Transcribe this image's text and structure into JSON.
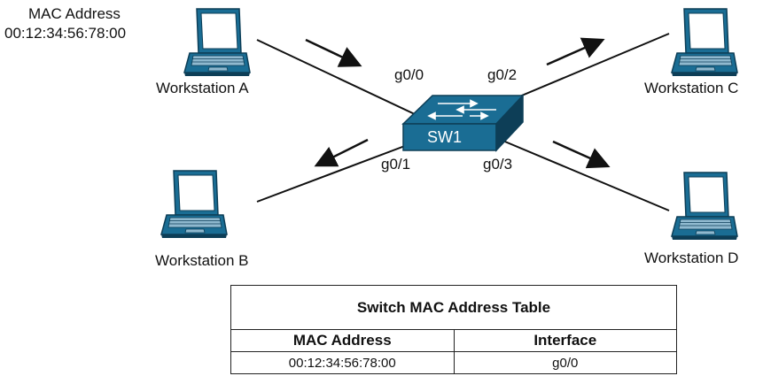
{
  "source_mac": {
    "label": "MAC Address",
    "value": "00:12:34:56:78:00"
  },
  "workstations": {
    "a": "Workstation A",
    "b": "Workstation B",
    "c": "Workstation C",
    "d": "Workstation D"
  },
  "switch": {
    "name": "SW1"
  },
  "ports": {
    "a": "g0/0",
    "b": "g0/1",
    "c": "g0/2",
    "d": "g0/3"
  },
  "colors": {
    "device_blue": "#1a6d94",
    "device_dark": "#0d3e57",
    "line": "#111111"
  },
  "mac_table": {
    "title": "Switch MAC Address Table",
    "headers": [
      "MAC Address",
      "Interface"
    ],
    "rows": [
      [
        "00:12:34:56:78:00",
        "g0/0"
      ]
    ]
  }
}
